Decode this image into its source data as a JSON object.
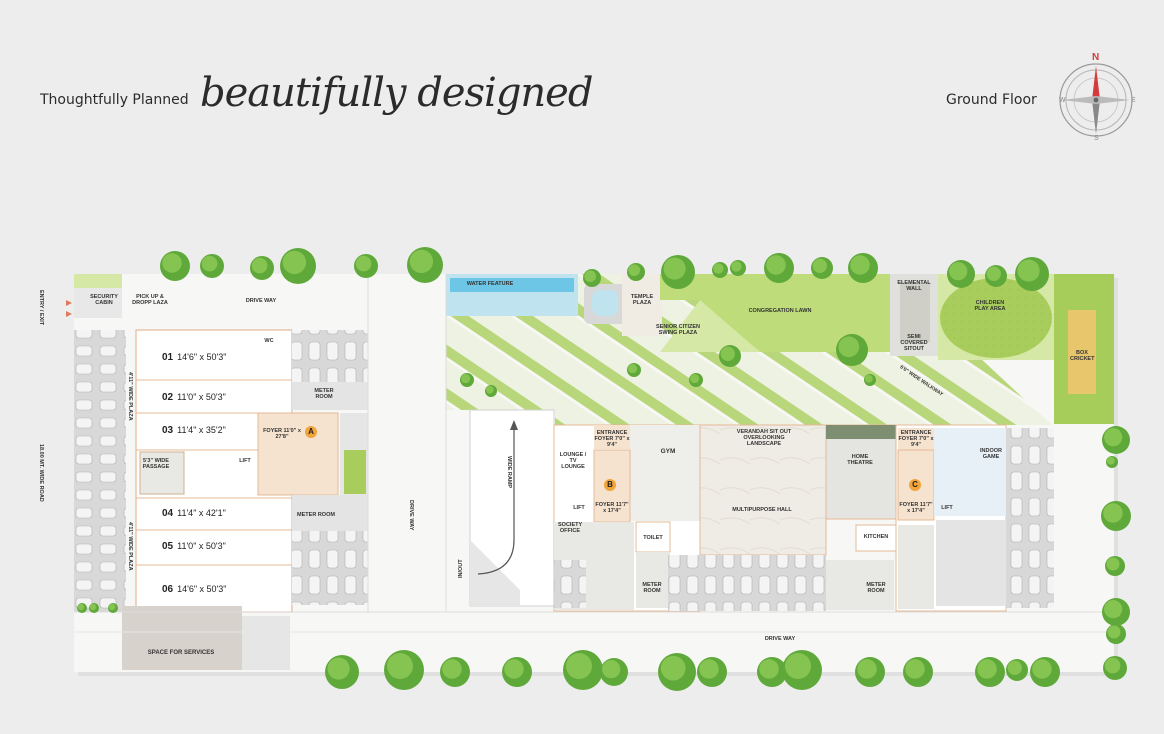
{
  "header": {
    "tagline": "Thoughtfully Planned",
    "script_title": "beautifully designed",
    "floor_name": "Ground Floor"
  },
  "compass": {
    "n": "N",
    "s": "S",
    "e": "E",
    "w": "W"
  },
  "colors": {
    "lawn": "#a6cc5a",
    "landscape": "#d6e8a6",
    "paving": "#f4f4f2",
    "accent": "#f0a43a",
    "parking": "#d9d9d9",
    "outline": "#e6b896"
  },
  "road": {
    "entry_exit": "ENTRY / EXIT",
    "wide_road": "18.00 MT. WIDE ROAD"
  },
  "tower_a": {
    "security": "SECURITY CABIN",
    "pickup": "PICK UP & DROPP LAZA",
    "drive_top": "DRIVE WAY",
    "plaza": "4'11\" WIDE PLAZA",
    "plaza2": "4'11\" WIDE PLAZA",
    "wc": "WC",
    "meter_room": "METER ROOM",
    "meter_room2": "METER ROOM",
    "foyer": "FOYER 11'0\" x 27'8\"",
    "passage": "5'3\" WIDE PASSAGE",
    "lift": "LIFT",
    "badge": "A",
    "units": [
      {
        "no": "01",
        "size": "14'6\" x 50'3\""
      },
      {
        "no": "02",
        "size": "11'0\" x 50'3\""
      },
      {
        "no": "03",
        "size": "11'4\" x 35'2\""
      },
      {
        "no": "04",
        "size": "11'4\" x 42'1\""
      },
      {
        "no": "05",
        "size": "11'0\" x 50'3\""
      },
      {
        "no": "06",
        "size": "14'6\" x 50'3\""
      }
    ],
    "services": "SPACE FOR SERVICES",
    "drive_vertical": "DRIVE WAY"
  },
  "landscape": {
    "water_feature": "WATER FEATURE",
    "temple_plaza": "TEMPLE PLAZA",
    "senior_citizen": "SENIOR CITIZEN SWING PLAZA",
    "congregation_lawn": "CONGREGATION LAWN",
    "elemental_wall": "ELEMENTAL WALL",
    "semi_covered": "SEMI COVERED SITOUT",
    "children_play": "CHILDREN PLAY AREA",
    "box_cricket": "BOX CRICKET",
    "walkway": "6'0\" WIDE WALKWAY",
    "ramp": "WIDE RAMP",
    "inout": "IN/OUT"
  },
  "tower_b": {
    "lounge": "LOUNGE / TV LOUNGE",
    "entrance": "ENTRANCE FOYER 7'0\" x 9'4\"",
    "gym": "GYM",
    "foyer": "FOYER 11'7\" x 17'4\"",
    "society": "SOCIETY OFFICE",
    "lift": "LIFT",
    "toilet": "TOILET",
    "meter_room": "METER ROOM",
    "badge": "B"
  },
  "centre": {
    "verandah": "VERANDAH SIT OUT OVERLOOKING LANDSCAPE",
    "multipurpose": "MULTIPURPOSE HALL",
    "home_theatre": "HOME THEATRE",
    "kitchen": "KITCHEN",
    "drive_bottom": "DRIVE WAY"
  },
  "tower_c": {
    "entrance": "ENTRANCE FOYER 7'0\" x 9'4\"",
    "foyer": "FOYER 11'7\" x 17'4\"",
    "indoor_game": "INDOOR GAME",
    "lift": "LIFT",
    "meter_room": "METER ROOM",
    "badge": "C"
  }
}
